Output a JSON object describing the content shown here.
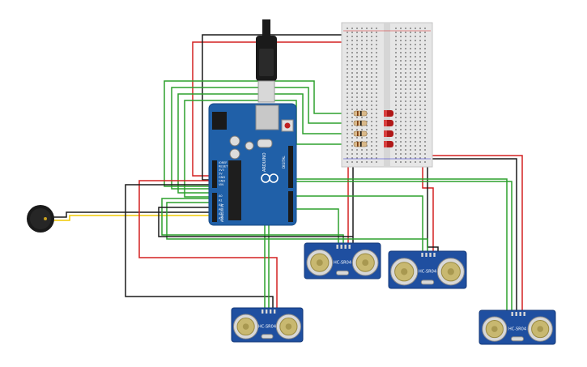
{
  "colors": {
    "wire_black": "#1a1a1a",
    "wire_red": "#d32020",
    "wire_green": "#2da02d",
    "wire_yellow": "#f0c800",
    "arduino_board": "#2060a8",
    "breadboard": "#e6e6e6",
    "led": "#b01818",
    "sensor_board": "#1f4fa0",
    "transducer": "#c8b870",
    "buzzer": "#1a1a1a"
  },
  "components": {
    "arduino": {
      "brand_label": "ARDUINO",
      "digital_label": "DIGITAL",
      "analog_label": "ANALOG IN",
      "pin_labels_left": [
        "IOREF",
        "RESET",
        "3V3",
        "5V",
        "GND",
        "GND",
        "VIN"
      ],
      "analog_pins": [
        "A0",
        "A1",
        "A2",
        "A3",
        "A4",
        "A5"
      ]
    },
    "sensors": [
      {
        "label": "HC-SR04"
      },
      {
        "label": "HC-SR04"
      },
      {
        "label": "HC-SR04"
      },
      {
        "label": "HC-SR04"
      }
    ],
    "led_count": 4,
    "resistor_count": 4
  }
}
